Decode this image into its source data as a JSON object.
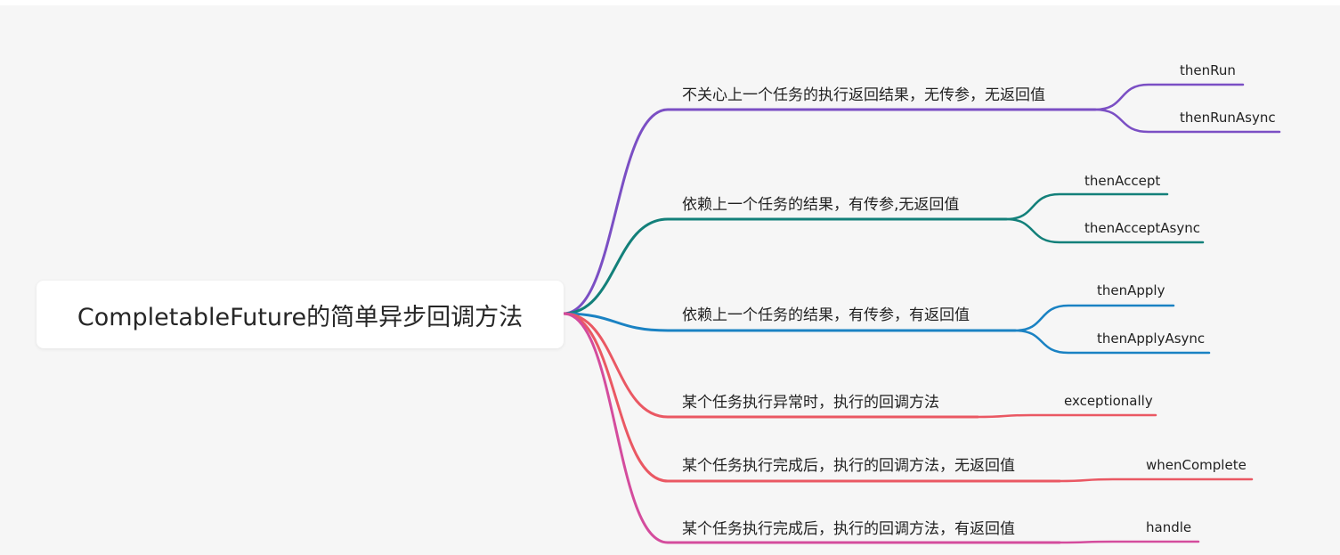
{
  "root": {
    "title": "CompletableFuture的简单异步回调方法"
  },
  "branches": [
    {
      "label": "不关心上一个任务的执行返回结果，无传参，无返回值",
      "color": "#7b4fc4",
      "children": [
        "thenRun",
        "thenRunAsync"
      ]
    },
    {
      "label": "依赖上一个任务的结果，有传参,无返回值",
      "color": "#13807a",
      "children": [
        "thenAccept",
        "thenAcceptAsync"
      ]
    },
    {
      "label": "依赖上一个任务的结果，有传参，有返回值",
      "color": "#1a82c3",
      "children": [
        "thenApply",
        "thenApplyAsync"
      ]
    },
    {
      "label": "某个任务执行异常时，执行的回调方法",
      "color": "#ea5863",
      "children": [
        "exceptionally"
      ]
    },
    {
      "label": "某个任务执行完成后，执行的回调方法，无返回值",
      "color": "#ea5863",
      "children": [
        "whenComplete"
      ]
    },
    {
      "label": "某个任务执行完成后，执行的回调方法，有返回值",
      "color": "#d44c9d",
      "children": [
        "handle"
      ]
    }
  ]
}
